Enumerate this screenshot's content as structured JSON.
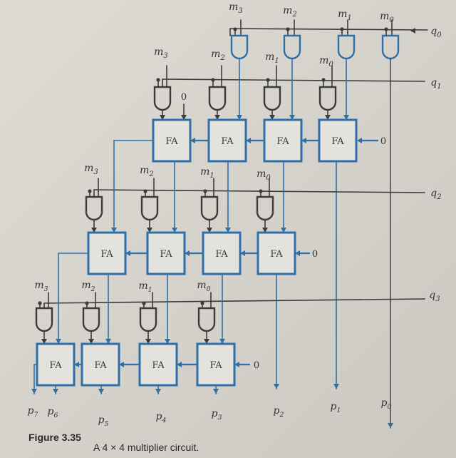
{
  "figure": {
    "number": "Figure 3.35",
    "caption": "A 4 × 4 multiplier circuit."
  },
  "labels": {
    "m3": "m3",
    "m2": "m2",
    "m1": "m1",
    "m0": "m0",
    "q0": "q0",
    "q1": "q1",
    "q2": "q2",
    "q3": "q3",
    "fa": "FA",
    "zero": "0",
    "p7": "p7",
    "p6": "p6",
    "p5": "p5",
    "p4": "p4",
    "p3": "p3",
    "p2": "p2",
    "p1": "p1",
    "p0": "p0"
  },
  "colors": {
    "wire": "#3b3b3b",
    "blue": "#2f6fa8",
    "fa_fill": "#e3e2dd"
  }
}
